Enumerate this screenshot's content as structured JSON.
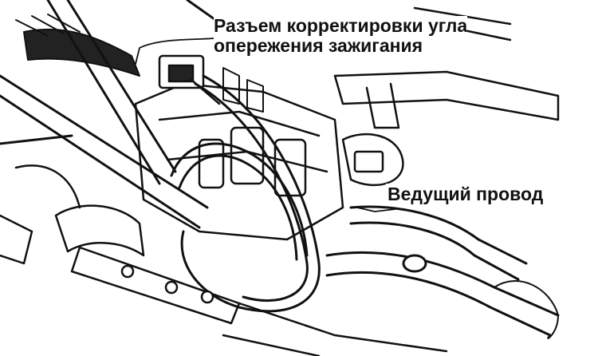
{
  "figure": {
    "callouts": {
      "timing_connector": {
        "line1": "Разъем корректировки угла",
        "line2": "опережения зажигания"
      },
      "lead_wire": {
        "text": "Ведущий провод"
      }
    }
  }
}
